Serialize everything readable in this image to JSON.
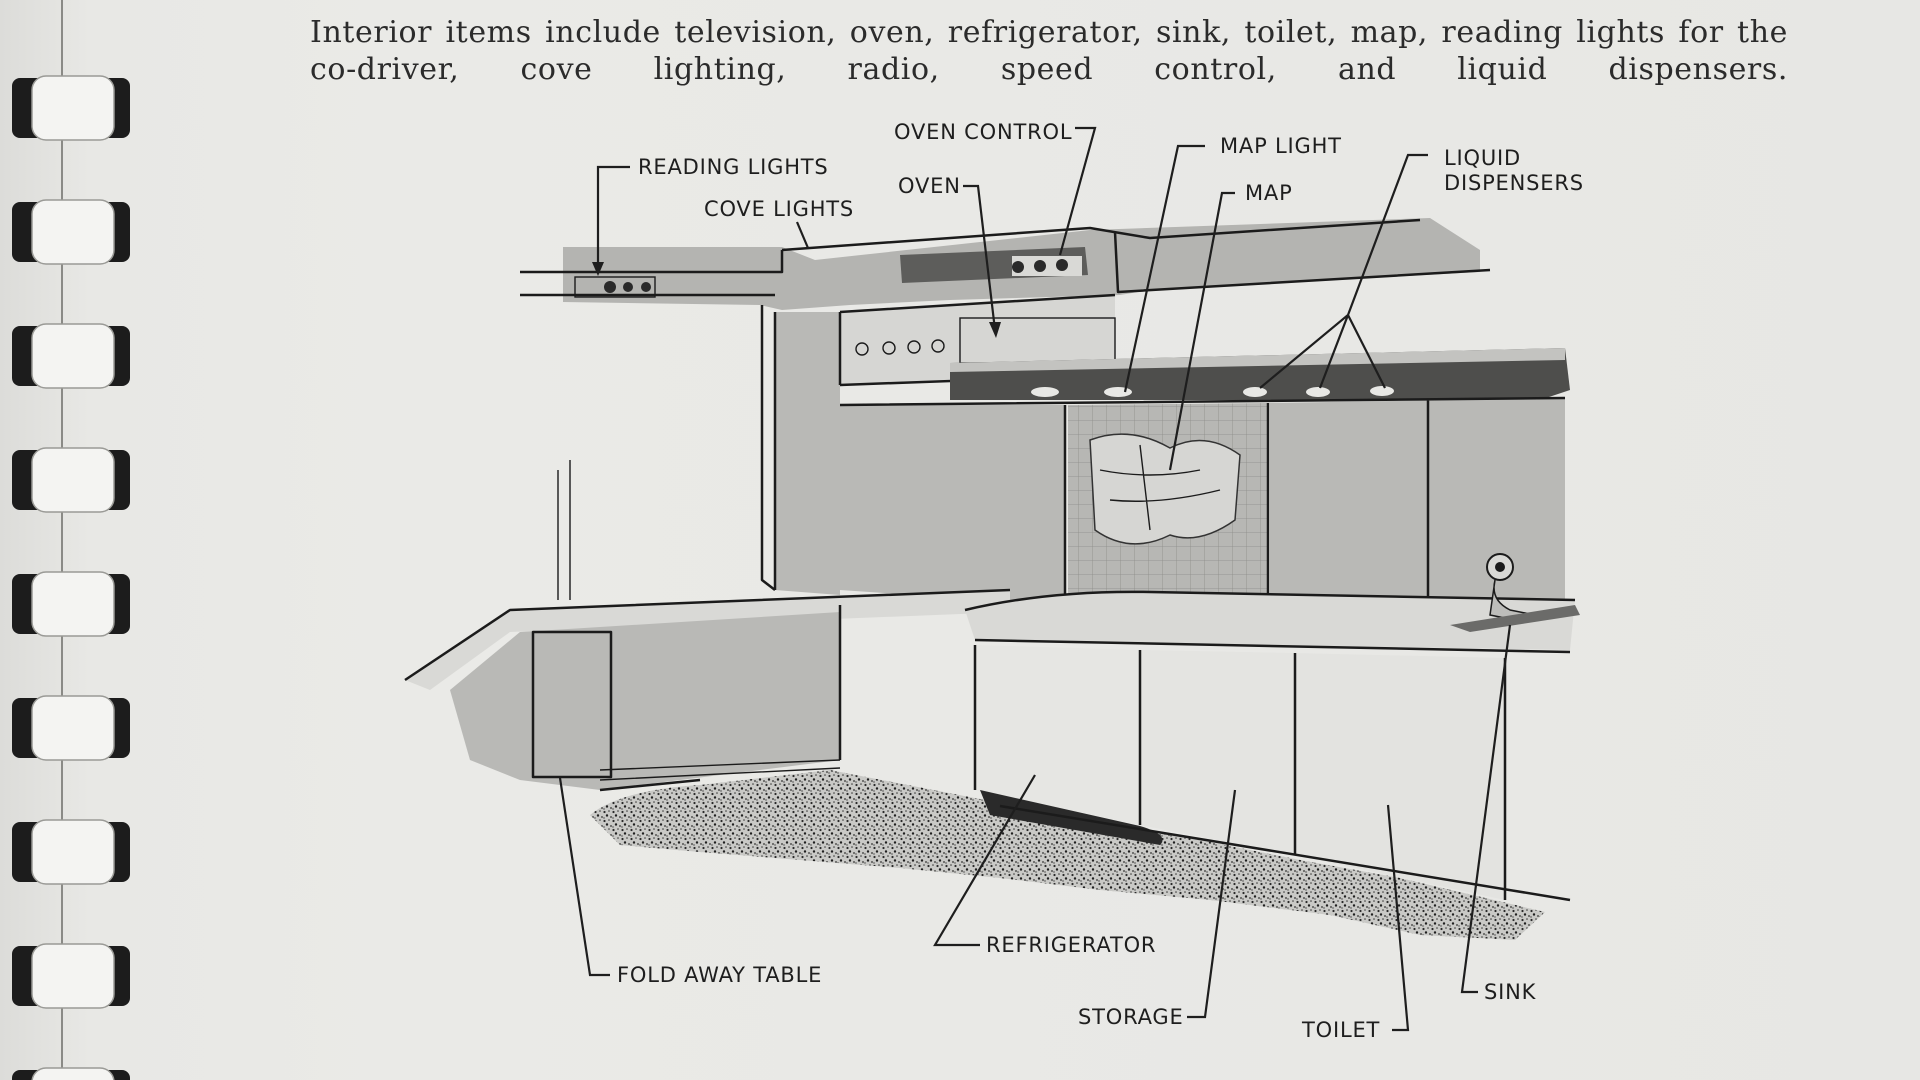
{
  "intro_text": "Interior items include television, oven, refrigerator, sink, toilet, map, reading lights for the co-driver, cove lighting, radio, speed control, and liquid dispensers.",
  "labels": {
    "oven_control": "OVEN CONTROL",
    "reading_lights": "READING LIGHTS",
    "map_light": "MAP LIGHT",
    "liquid_dispensers_line1": "LIQUID",
    "liquid_dispensers_line2": "DISPENSERS",
    "oven": "OVEN",
    "map": "MAP",
    "cove_lights": "COVE LIGHTS",
    "refrigerator": "REFRIGERATOR",
    "fold_away_table": "FOLD AWAY TABLE",
    "storage": "STORAGE",
    "toilet": "TOILET",
    "sink": "SINK"
  },
  "colors": {
    "paper": "#eaeae7",
    "panel_gray": "#b9b9b6",
    "panel_dark": "#a9a9a6",
    "ink": "#1b1b1b"
  }
}
